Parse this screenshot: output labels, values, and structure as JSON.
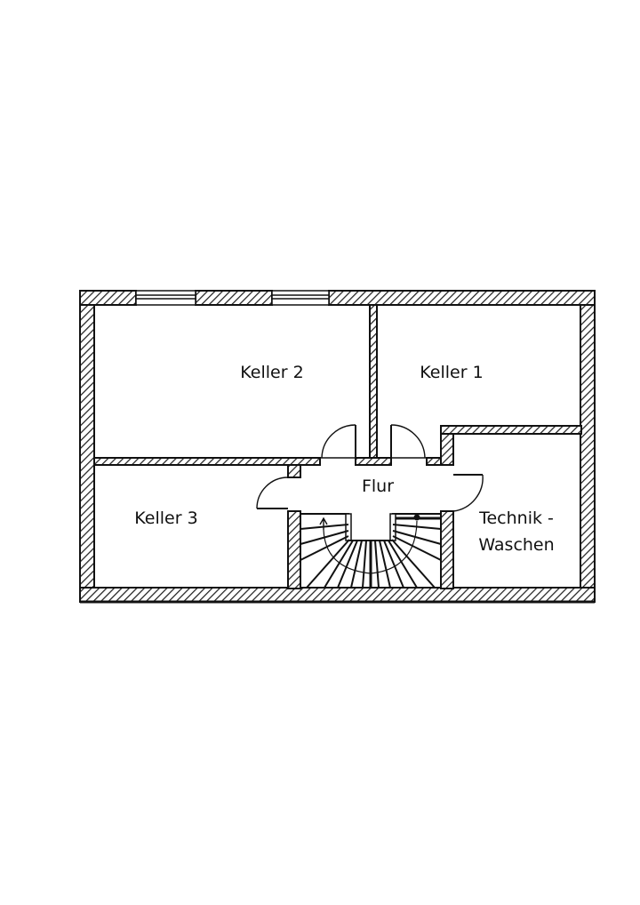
{
  "plan": {
    "rooms": [
      {
        "id": "keller-2",
        "label": "Keller 2"
      },
      {
        "id": "keller-1",
        "label": "Keller 1"
      },
      {
        "id": "flur",
        "label": "Flur"
      },
      {
        "id": "keller-3",
        "label": "Keller 3"
      },
      {
        "id": "technik",
        "label": "Technik -"
      },
      {
        "id": "waschen",
        "label": "Waschen"
      }
    ],
    "colors": {
      "line": "#111111",
      "background": "#ffffff"
    }
  }
}
